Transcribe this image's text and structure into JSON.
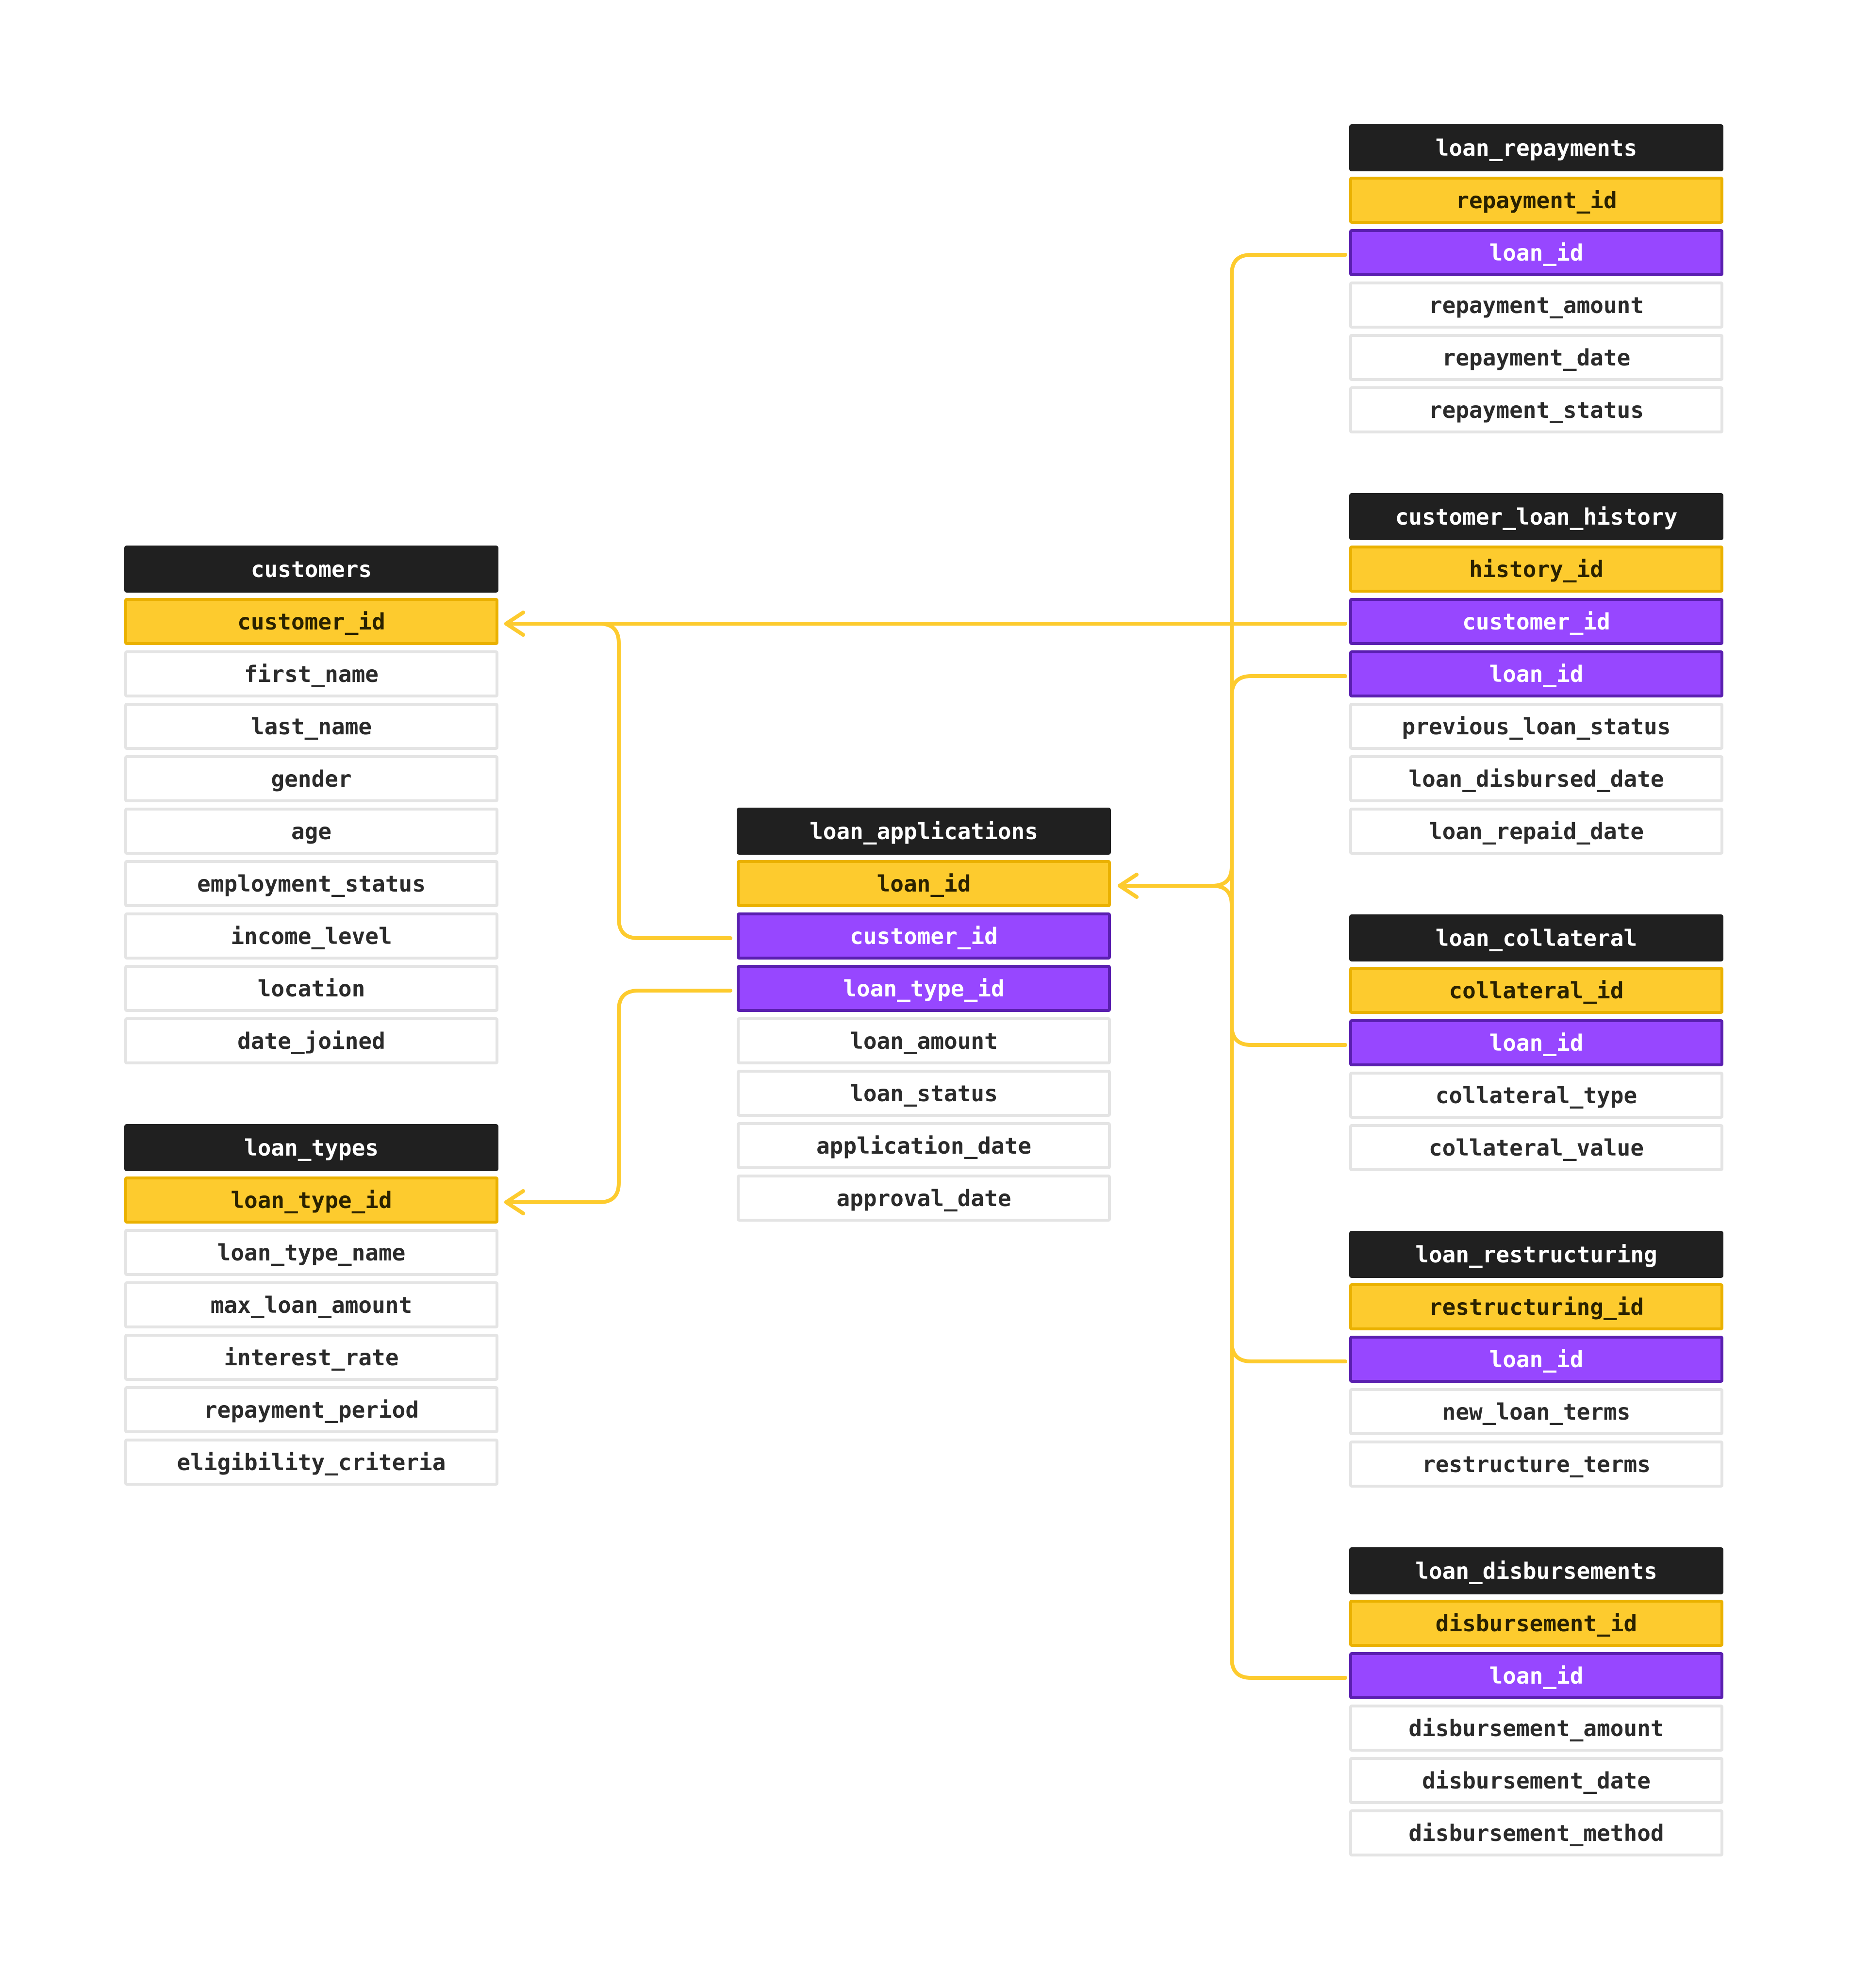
{
  "colors": {
    "header": "#202020",
    "primary_key": "#fdcb2e",
    "foreign_key": "#9747ff",
    "line": "#fdcb2e"
  },
  "tables": {
    "customers": {
      "name": "customers",
      "columns": [
        {
          "name": "customer_id",
          "role": "pk"
        },
        {
          "name": "first_name",
          "role": "plain"
        },
        {
          "name": "last_name",
          "role": "plain"
        },
        {
          "name": "gender",
          "role": "plain"
        },
        {
          "name": "age",
          "role": "plain"
        },
        {
          "name": "employment_status",
          "role": "plain"
        },
        {
          "name": "income_level",
          "role": "plain"
        },
        {
          "name": "location",
          "role": "plain"
        },
        {
          "name": "date_joined",
          "role": "plain"
        }
      ]
    },
    "loan_types": {
      "name": "loan_types",
      "columns": [
        {
          "name": "loan_type_id",
          "role": "pk"
        },
        {
          "name": "loan_type_name",
          "role": "plain"
        },
        {
          "name": "max_loan_amount",
          "role": "plain"
        },
        {
          "name": "interest_rate",
          "role": "plain"
        },
        {
          "name": "repayment_period",
          "role": "plain"
        },
        {
          "name": "eligibility_criteria",
          "role": "plain"
        }
      ]
    },
    "loan_applications": {
      "name": "loan_applications",
      "columns": [
        {
          "name": "loan_id",
          "role": "pk"
        },
        {
          "name": "customer_id",
          "role": "fk"
        },
        {
          "name": "loan_type_id",
          "role": "fk"
        },
        {
          "name": "loan_amount",
          "role": "plain"
        },
        {
          "name": "loan_status",
          "role": "plain"
        },
        {
          "name": "application_date",
          "role": "plain"
        },
        {
          "name": "approval_date",
          "role": "plain"
        }
      ]
    },
    "loan_repayments": {
      "name": "loan_repayments",
      "columns": [
        {
          "name": "repayment_id",
          "role": "pk"
        },
        {
          "name": "loan_id",
          "role": "fk"
        },
        {
          "name": "repayment_amount",
          "role": "plain"
        },
        {
          "name": "repayment_date",
          "role": "plain"
        },
        {
          "name": "repayment_status",
          "role": "plain"
        }
      ]
    },
    "customer_loan_history": {
      "name": "customer_loan_history",
      "columns": [
        {
          "name": "history_id",
          "role": "pk"
        },
        {
          "name": "customer_id",
          "role": "fk"
        },
        {
          "name": "loan_id",
          "role": "fk"
        },
        {
          "name": "previous_loan_status",
          "role": "plain"
        },
        {
          "name": "loan_disbursed_date",
          "role": "plain"
        },
        {
          "name": "loan_repaid_date",
          "role": "plain"
        }
      ]
    },
    "loan_collateral": {
      "name": "loan_collateral",
      "columns": [
        {
          "name": "collateral_id",
          "role": "pk"
        },
        {
          "name": "loan_id",
          "role": "fk"
        },
        {
          "name": "collateral_type",
          "role": "plain"
        },
        {
          "name": "collateral_value",
          "role": "plain"
        }
      ]
    },
    "loan_restructuring": {
      "name": "loan_restructuring",
      "columns": [
        {
          "name": "restructuring_id",
          "role": "pk"
        },
        {
          "name": "loan_id",
          "role": "fk"
        },
        {
          "name": "new_loan_terms",
          "role": "plain"
        },
        {
          "name": "restructure_terms",
          "role": "plain"
        }
      ]
    },
    "loan_disbursements": {
      "name": "loan_disbursements",
      "columns": [
        {
          "name": "disbursement_id",
          "role": "pk"
        },
        {
          "name": "loan_id",
          "role": "fk"
        },
        {
          "name": "disbursement_amount",
          "role": "plain"
        },
        {
          "name": "disbursement_date",
          "role": "plain"
        },
        {
          "name": "disbursement_method",
          "role": "plain"
        }
      ]
    }
  },
  "relationships": [
    {
      "from_table": "loan_applications",
      "from_column": "customer_id",
      "to_table": "customers",
      "to_column": "customer_id"
    },
    {
      "from_table": "loan_applications",
      "from_column": "loan_type_id",
      "to_table": "loan_types",
      "to_column": "loan_type_id"
    },
    {
      "from_table": "customer_loan_history",
      "from_column": "customer_id",
      "to_table": "customers",
      "to_column": "customer_id"
    },
    {
      "from_table": "loan_repayments",
      "from_column": "loan_id",
      "to_table": "loan_applications",
      "to_column": "loan_id"
    },
    {
      "from_table": "customer_loan_history",
      "from_column": "loan_id",
      "to_table": "loan_applications",
      "to_column": "loan_id"
    },
    {
      "from_table": "loan_collateral",
      "from_column": "loan_id",
      "to_table": "loan_applications",
      "to_column": "loan_id"
    },
    {
      "from_table": "loan_restructuring",
      "from_column": "loan_id",
      "to_table": "loan_applications",
      "to_column": "loan_id"
    },
    {
      "from_table": "loan_disbursements",
      "from_column": "loan_id",
      "to_table": "loan_applications",
      "to_column": "loan_id"
    }
  ]
}
